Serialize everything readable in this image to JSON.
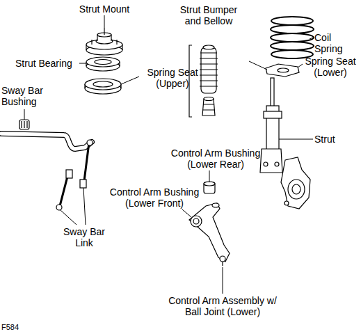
{
  "diagram": {
    "labels": [
      "Strut Mount",
      "Strut Bumper and Bellow",
      "Coil Spring",
      "Strut Bearing",
      "Spring Seat (Upper)",
      "Spring Seat (Lower)",
      "Sway Bar Bushing",
      "Strut",
      "Control Arm Bushing (Lower Rear)",
      "Control Arm Bushing (Lower Front)",
      "Sway Bar Link",
      "Control Arm Assembly w/ Ball Joint (Lower)",
      "F584"
    ]
  }
}
